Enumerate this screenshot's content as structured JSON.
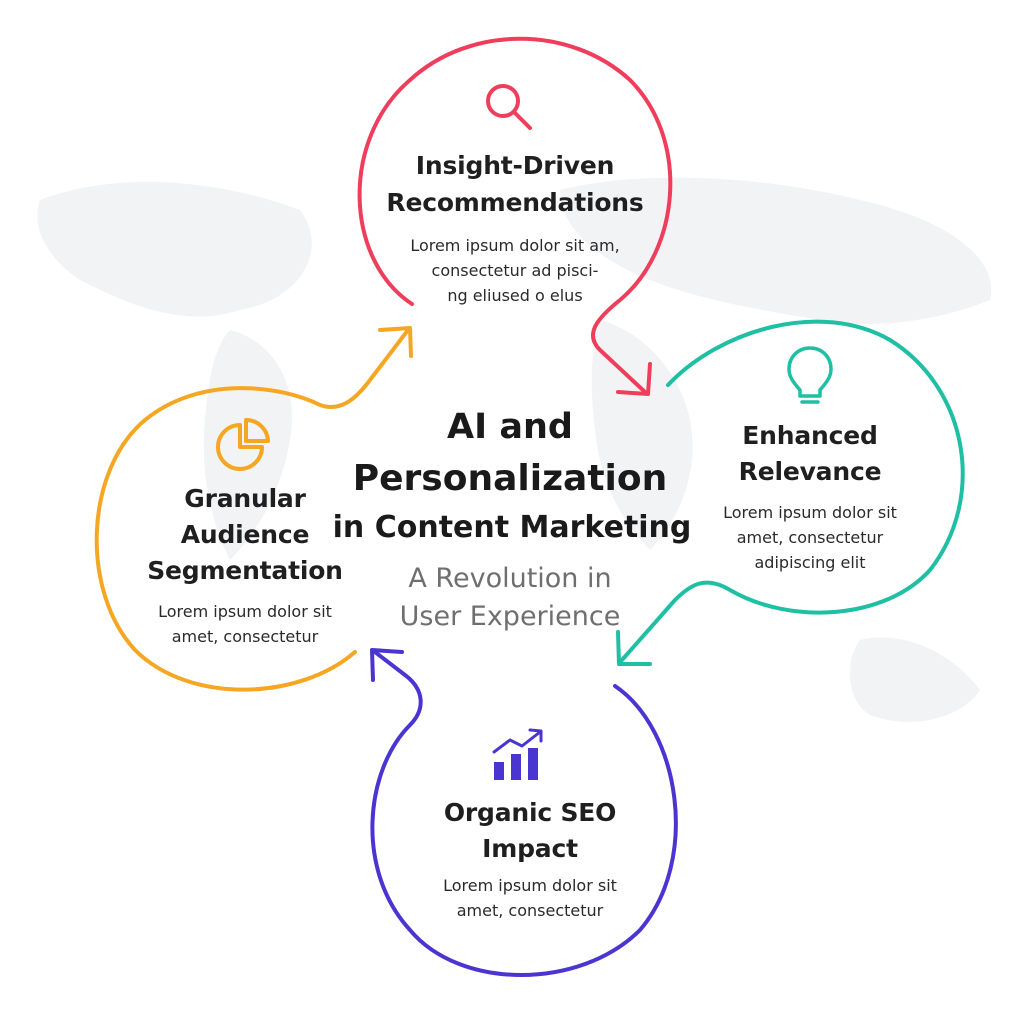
{
  "center": {
    "title_line1": "AI and",
    "title_line2": "Personalization",
    "title_line3": "in Content Marketing",
    "subtitle_line1": "A Revolution in",
    "subtitle_line2": "User Experience"
  },
  "nodes": [
    {
      "id": "insight",
      "title": [
        "Insight-Driven",
        "Recommendations"
      ],
      "body": [
        "Lorem ipsum dolor sit am,",
        "consectetur ad pisci-",
        "ng eliused o elus"
      ],
      "color": "#ef3e5c",
      "icon": "magnifier-icon"
    },
    {
      "id": "relevance",
      "title": [
        "Enhanced",
        "Relevance"
      ],
      "body": [
        "Lorem ipsum dolor sit",
        "amet, consectetur",
        "adipiscing elit"
      ],
      "color": "#1fbfa3",
      "icon": "lightbulb-icon"
    },
    {
      "id": "seo",
      "title": [
        "Organic SEO",
        "Impact"
      ],
      "body": [
        "Lorem ipsum dolor sit",
        "amet, consectetur"
      ],
      "color": "#4a35d1",
      "icon": "growth-chart-icon"
    },
    {
      "id": "segmentation",
      "title": [
        "Granular",
        "Audience",
        "Segmentation"
      ],
      "body": [
        "Lorem ipsum dolor sit",
        "amet, consectetur"
      ],
      "color": "#f5a623",
      "icon": "pie-chart-icon"
    }
  ]
}
